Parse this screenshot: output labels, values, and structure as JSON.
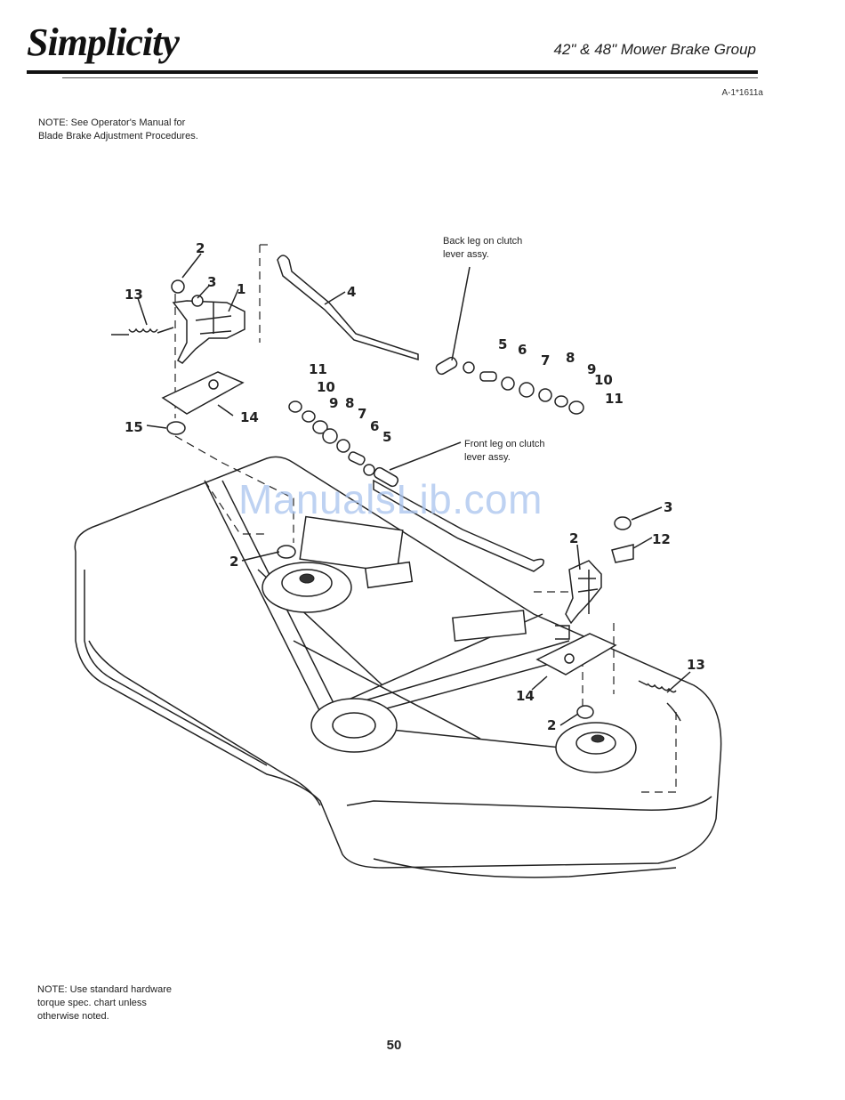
{
  "header": {
    "brand": "Simplicity",
    "title": "42\" & 48\" Mower Brake Group",
    "ref_code": "A-1*1611a"
  },
  "notes": {
    "top": "NOTE: See Operator's Manual for\nBlade Brake Adjustment Procedures.",
    "bottom": "NOTE: Use standard hardware\ntorque spec. chart unless\notherwise noted."
  },
  "diagram": {
    "labels": {
      "back_leg": [
        "Back leg on clutch",
        "lever assy."
      ],
      "front_leg": [
        "Front leg on clutch",
        "lever assy."
      ]
    },
    "callouts": [
      "2",
      "3",
      "1",
      "13",
      "14",
      "15",
      "4",
      "5",
      "6",
      "7",
      "8",
      "9",
      "10",
      "11",
      "11",
      "10",
      "9",
      "8",
      "7",
      "6",
      "5",
      "2",
      "3",
      "12",
      "2",
      "14",
      "13",
      "2"
    ]
  },
  "watermark": "ManualsLib.com",
  "footer": {
    "page_number": "50"
  }
}
